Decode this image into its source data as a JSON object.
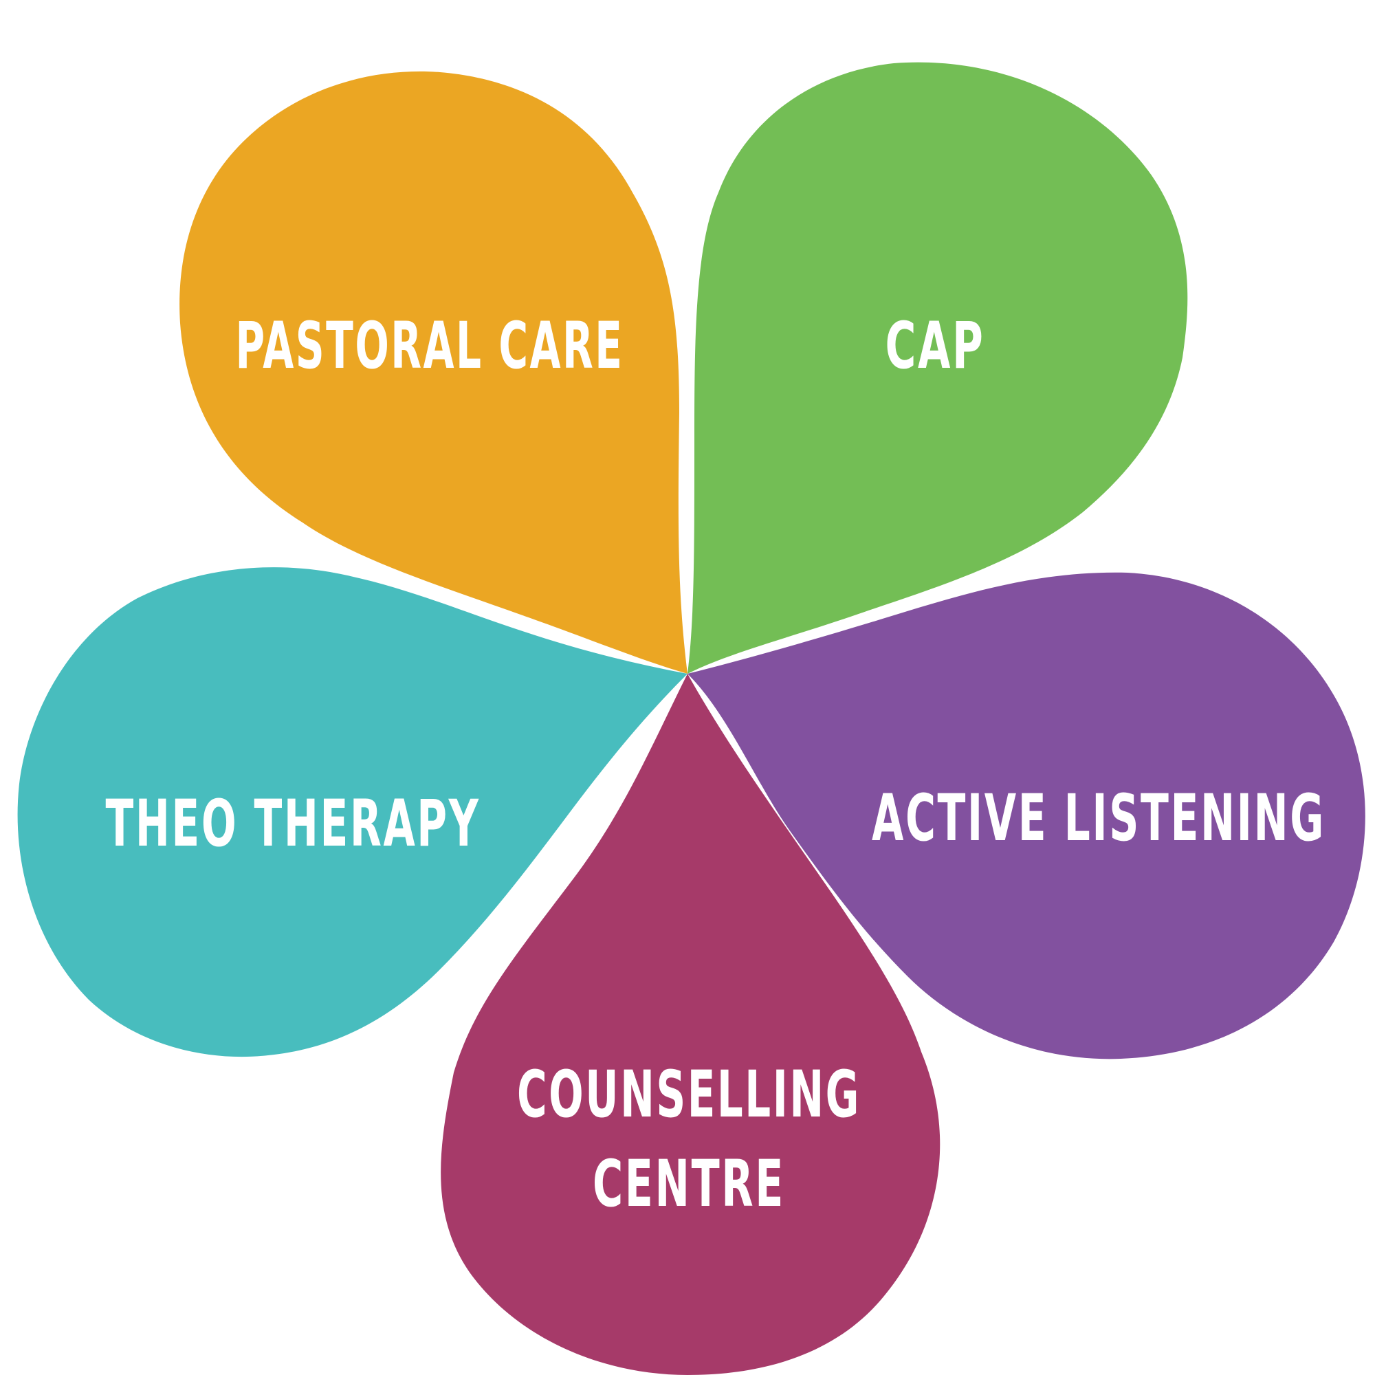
{
  "diagram": {
    "type": "petal-diagram",
    "petals": [
      {
        "id": "pastoral-care",
        "lines": [
          "PASTORAL CARE"
        ],
        "color": "#EBA623"
      },
      {
        "id": "cap",
        "lines": [
          "CAP"
        ],
        "color": "#73BE55"
      },
      {
        "id": "active-listening",
        "lines": [
          "ACTIVE LISTENING"
        ],
        "color": "#82519F"
      },
      {
        "id": "counselling-centre",
        "lines": [
          "COUNSELLING",
          "CENTRE"
        ],
        "color": "#A63A69"
      },
      {
        "id": "theo-therapy",
        "lines": [
          "THEO THERAPY"
        ],
        "color": "#48BDBE"
      }
    ]
  }
}
